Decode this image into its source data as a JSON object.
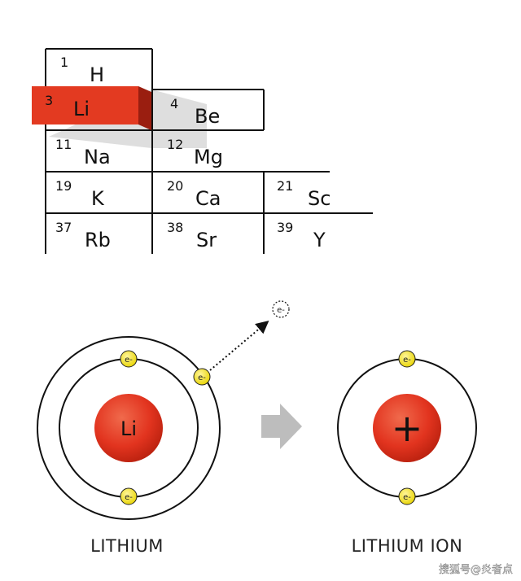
{
  "periodic_table": {
    "elements": [
      {
        "key": "H",
        "number": "1",
        "symbol": "H"
      },
      {
        "key": "Li",
        "number": "3",
        "symbol": "Li"
      },
      {
        "key": "Be",
        "number": "4",
        "symbol": "Be"
      },
      {
        "key": "Na",
        "number": "11",
        "symbol": "Na"
      },
      {
        "key": "Mg",
        "number": "12",
        "symbol": "Mg"
      },
      {
        "key": "K",
        "number": "19",
        "symbol": "K"
      },
      {
        "key": "Ca",
        "number": "20",
        "symbol": "Ca"
      },
      {
        "key": "Sc",
        "number": "21",
        "symbol": "Sc"
      },
      {
        "key": "Rb",
        "number": "37",
        "symbol": "Rb"
      },
      {
        "key": "Sr",
        "number": "38",
        "symbol": "Sr"
      },
      {
        "key": "Y",
        "number": "39",
        "symbol": "Y"
      }
    ],
    "highlighted": "Li"
  },
  "atoms": {
    "lithium": {
      "nucleus_label": "Li",
      "caption": "LITHIUM",
      "electron_label": "e-"
    },
    "ion": {
      "nucleus_label": "+",
      "caption": "LITHIUM ION",
      "electron_label": "e-"
    },
    "freed_electron_label": "e-"
  },
  "colors": {
    "highlight_red": "#e33a21",
    "nucleus_red": "#e2341f",
    "electron_yellow": "#f2e418",
    "arrow_gray": "#bdbdbd",
    "line": "#111111"
  },
  "watermark": "搜狐号@炎者点"
}
